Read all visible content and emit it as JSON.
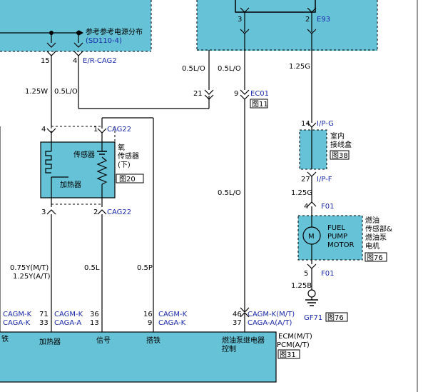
{
  "colors": {
    "panel": "#66c2d6",
    "wire": "#000000",
    "text_blue": "#1a2aa8"
  },
  "top_left": {
    "ref_note": "参考参考电源分布",
    "ref_code": "(SD110-4)"
  },
  "connectors": {
    "pin15": "15",
    "pin4_erc": "4",
    "erc_label": "E/R-CAG2",
    "pin3_top": "3",
    "pin2_top": "2",
    "e93": "E93",
    "pin21": "21",
    "pin9": "9",
    "ec01": "EC01",
    "ec01_ref": "图11",
    "cag22_top": "CAG22",
    "pin4_sensor": "4",
    "pin1_sensor": "1",
    "pin3_sensor": "3",
    "pin2_sensor": "2",
    "cag22_bot": "CAG22",
    "pin14": "14",
    "ipg": "I/P-G",
    "pin27": "27",
    "ipf": "I/P-F",
    "pin4_f01": "4",
    "f01_top": "F01",
    "pin5_f01": "5",
    "f01_bot": "F01"
  },
  "wires": {
    "w125w": "1.25W",
    "w05lo_a": "0.5L/O",
    "w05lo_b": "0.5L/O",
    "w05lo_c": "0.5L/O",
    "w05lo_d": "0.5L/O",
    "w125g_top": "1.25G",
    "w125g_mid": "1.25G",
    "w125b": "1.25B",
    "w075y": "0.75Y(M/T)",
    "w125y": "1.25Y(A/T)",
    "w05l": "0.5L",
    "w05p": "0.5P"
  },
  "sensor": {
    "label_sensor": "传感器",
    "label_heater": "加热器",
    "o2_line1": "氧",
    "o2_line2": "传感器",
    "o2_line3": "(下)",
    "ref": "图20"
  },
  "junction": {
    "line1": "室内",
    "line2": "接线盒",
    "ref": "图38"
  },
  "fuel_pump": {
    "m": "M",
    "line1": "FUEL",
    "line2": "PUMP",
    "line3": "MOTOR",
    "desc1": "燃油",
    "desc2": "传感部&",
    "desc3": "燃油泵",
    "desc4": "电机",
    "ref": "图76"
  },
  "ground": {
    "code": "GF71",
    "ref": "图76"
  },
  "ecm": {
    "left_cagm": "CAGM-K",
    "left_caga": "CAGA-K",
    "p71": "71",
    "p33": "33",
    "c1_m": "CAGM-K",
    "c1_a": "CAGA-A",
    "p36": "36",
    "p13": "13",
    "p16": "16",
    "p9": "9",
    "c2_m": "CAGM-K",
    "c2_a": "CAGA-K",
    "p46": "46",
    "p37": "37",
    "c3_m": "CAGM-K(M/T)",
    "c3_a": "CAGA-A(A/T)",
    "lab_tie": "铁",
    "lab_heater": "加热器",
    "lab_signal": "信号",
    "lab_ground": "搭铁",
    "lab_relay1": "燃油泵继电器",
    "lab_relay2": "控制",
    "ecm_mt": "ECM(M/T)",
    "pcm_at": "PCM(A/T)",
    "ref": "图31"
  }
}
